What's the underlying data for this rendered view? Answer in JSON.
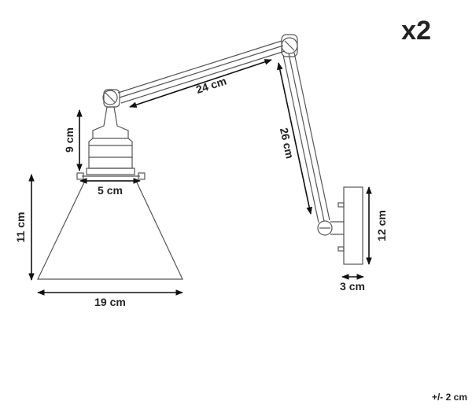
{
  "quantity": "x2",
  "tolerance": "+/- 2 cm",
  "dimensions": {
    "arm_upper": "24 cm",
    "arm_lower": "26 cm",
    "socket_height": "9 cm",
    "socket_width": "5 cm",
    "shade_height": "11 cm",
    "shade_width": "19 cm",
    "base_height": "12 cm",
    "base_depth": "3 cm"
  }
}
